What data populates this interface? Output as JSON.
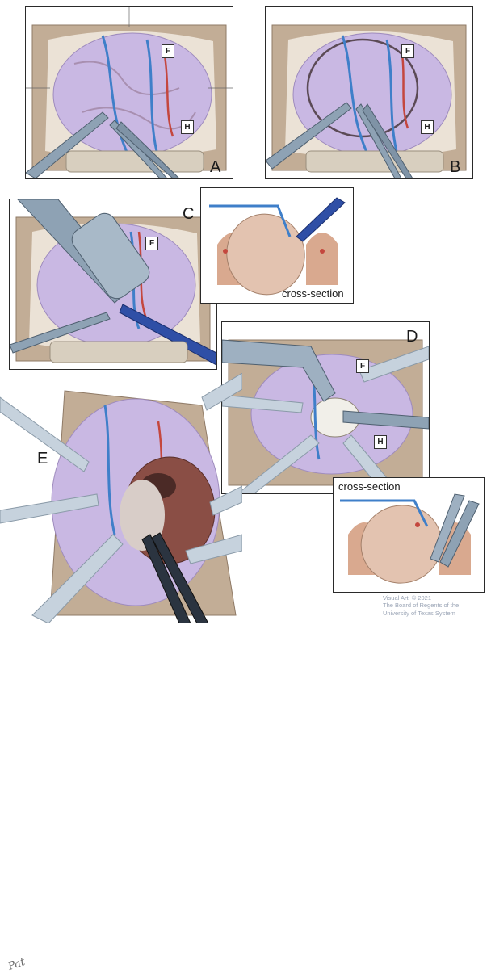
{
  "panels": {
    "A": {
      "label": "A",
      "tags": [
        "F",
        "H"
      ]
    },
    "B": {
      "label": "B",
      "tags": [
        "F",
        "H"
      ]
    },
    "C": {
      "label": "C",
      "tags": [
        "F"
      ]
    },
    "D": {
      "label": "D",
      "tags": [
        "F",
        "H"
      ]
    },
    "E": {
      "label": "E"
    }
  },
  "insets": {
    "c_cross_section": {
      "label": "cross-section"
    },
    "d_cross_section": {
      "label": "cross-section"
    }
  },
  "credit": {
    "line1": "Visual Art: © 2021",
    "line2": "The Board of Regents of the",
    "line3": "University of Texas System"
  },
  "colors": {
    "brain": "#c9b8e3",
    "drape": "#b9a58e",
    "retractor": "#9aaec0",
    "vessel_blue": "#3f7fc9",
    "vessel_red": "#c4473e",
    "tumor": "#8a4e45"
  }
}
